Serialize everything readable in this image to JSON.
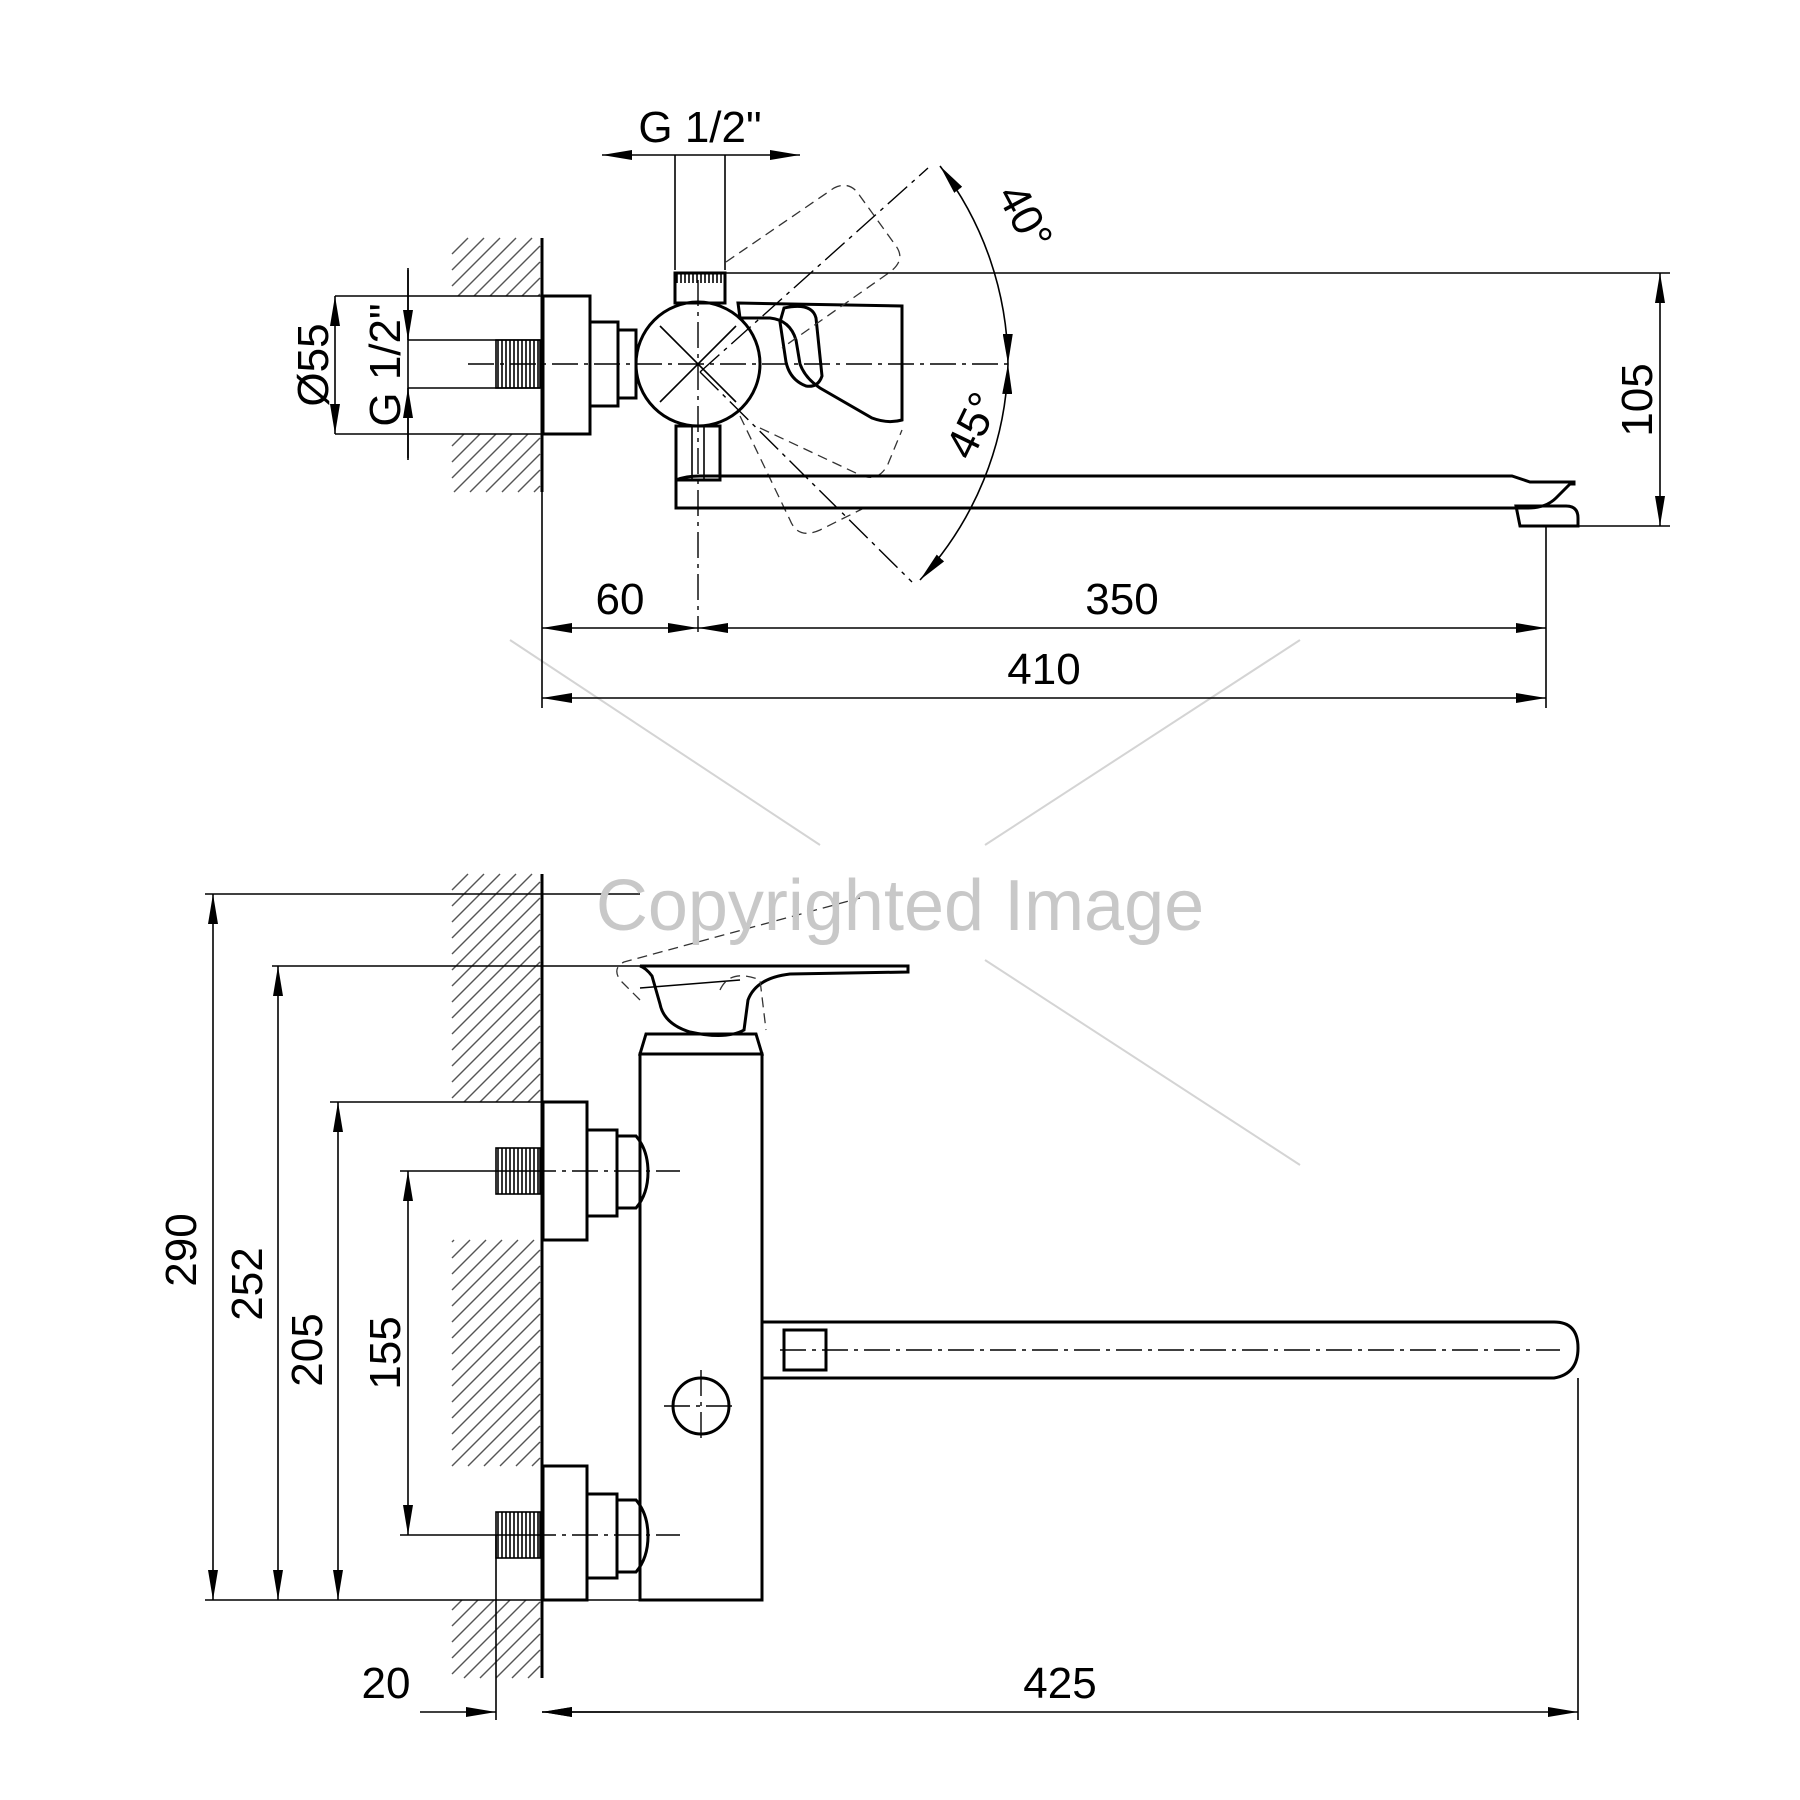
{
  "dimensions": {
    "top_view": {
      "thread_top": "G 1/2\"",
      "angle_upper": "40°",
      "diameter": "Ø55",
      "thread_side": "G 1/2\"",
      "angle_lower": "45°",
      "height_right": "105",
      "wall_to_axis": "60",
      "axis_to_spout": "350",
      "overall_length": "410"
    },
    "front_view": {
      "overall_height": "290",
      "lever_height": "252",
      "upper_inlet_height": "205",
      "inlet_spacing": "155",
      "inlet_offset": "20",
      "spout_reach": "425"
    }
  },
  "watermark": "Copyrighted Image"
}
